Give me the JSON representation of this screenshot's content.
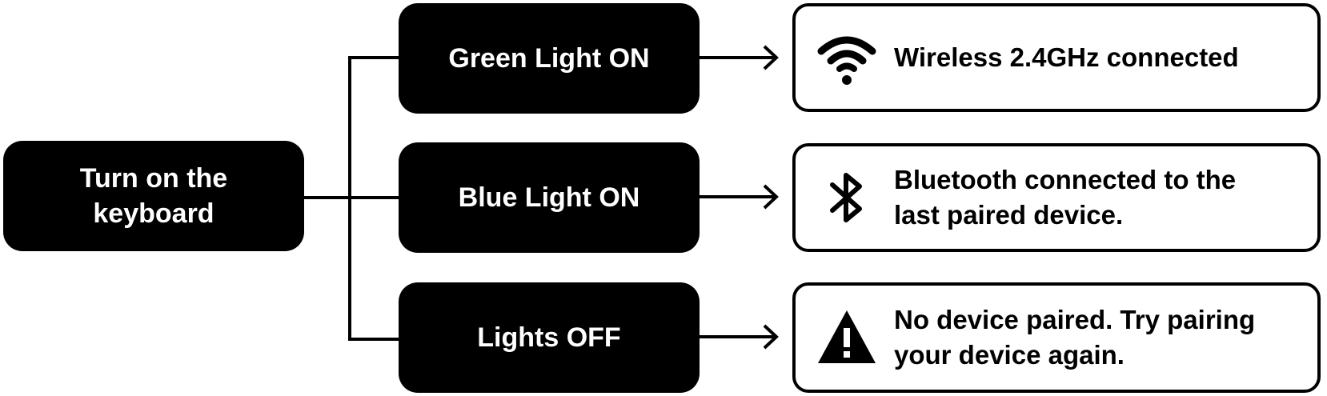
{
  "start": {
    "label_line1": "Turn on the",
    "label_line2": "keyboard"
  },
  "states": [
    {
      "label": "Green Light ON",
      "result": "Wireless 2.4GHz connected",
      "result_line2": "",
      "icon": "wifi-icon"
    },
    {
      "label": "Blue Light ON",
      "result": "Bluetooth connected to the",
      "result_line2": "last paired device.",
      "icon": "bluetooth-icon"
    },
    {
      "label": "Lights OFF",
      "result": "No device paired. Try pairing",
      "result_line2": "your device again.",
      "icon": "warning-icon"
    }
  ],
  "colors": {
    "box_fill": "#000000",
    "box_text": "#ffffff",
    "result_border": "#000000"
  }
}
